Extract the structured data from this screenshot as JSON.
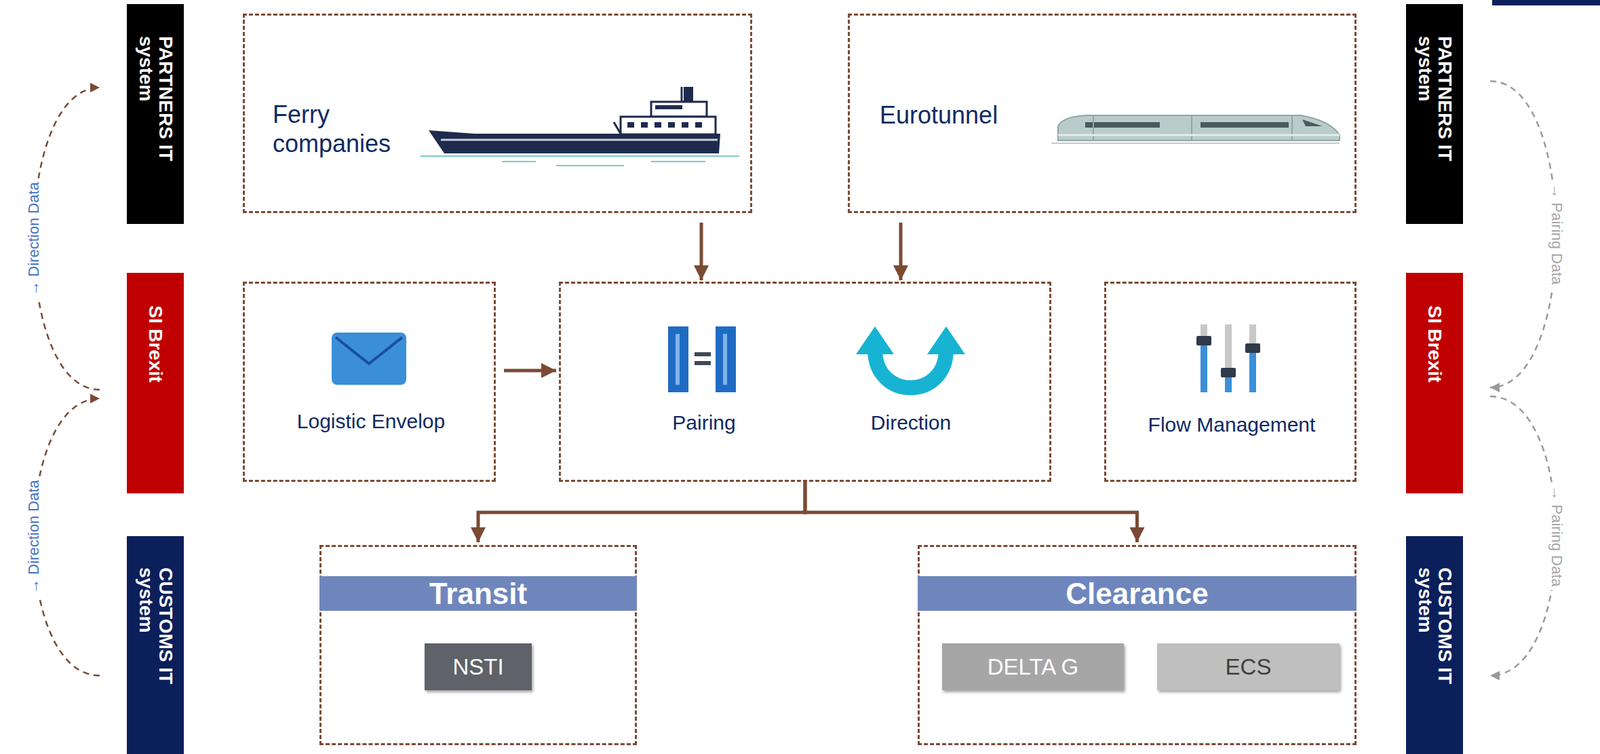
{
  "diagram": {
    "nodes": [
      {
        "text": [
          "PARTNERS IT system"
        ]
      },
      {
        "text": [
          "SI Brexit"
        ]
      },
      {
        "text": [
          "CUSTOMS IT system"
        ]
      },
      {
        "text": [
          "Ferry companies"
        ]
      },
      {
        "text": [
          "Eurotunnel"
        ]
      },
      {
        "text": [
          "PARTNERS IT system"
        ]
      },
      {
        "text": [
          "Logistic Envelop"
        ]
      },
      {
        "text": [
          "Pairing",
          "Direction"
        ]
      },
      {
        "text": [
          "Flow Management"
        ]
      },
      {
        "text": [
          "SI Brexit"
        ]
      },
      {
        "text": [
          "Transit"
        ]
      },
      {
        "text": [
          "NSTI"
        ],
        "in": 10
      },
      {
        "text": [
          "Clearance"
        ]
      },
      {
        "text": [
          "DELTA G"
        ],
        "in": 12
      },
      {
        "text": [
          "ECS"
        ],
        "in": 12
      },
      {
        "text": [
          "CUSTOMS IT system"
        ]
      }
    ],
    "edges": [
      {
        "from": 3,
        "to": 7,
        "arrow": "to"
      },
      {
        "from": 4,
        "to": 7,
        "arrow": "to"
      },
      {
        "from": 6,
        "to": 7,
        "arrow": "to"
      },
      {
        "from": 7,
        "to": 10,
        "arrow": "to"
      },
      {
        "from": 7,
        "to": 12,
        "arrow": "to"
      },
      {
        "from": 1,
        "to": 0,
        "label": "→ Direction Data",
        "arrow": "to"
      },
      {
        "from": 2,
        "to": 1,
        "label": "→ Direction Data",
        "arrow": "to"
      },
      {
        "from": 5,
        "to": 9,
        "label": "→ Pairing Data",
        "arrow": "to"
      },
      {
        "from": 9,
        "to": 15,
        "label": "→ Pairing Data",
        "arrow": "to"
      }
    ]
  }
}
